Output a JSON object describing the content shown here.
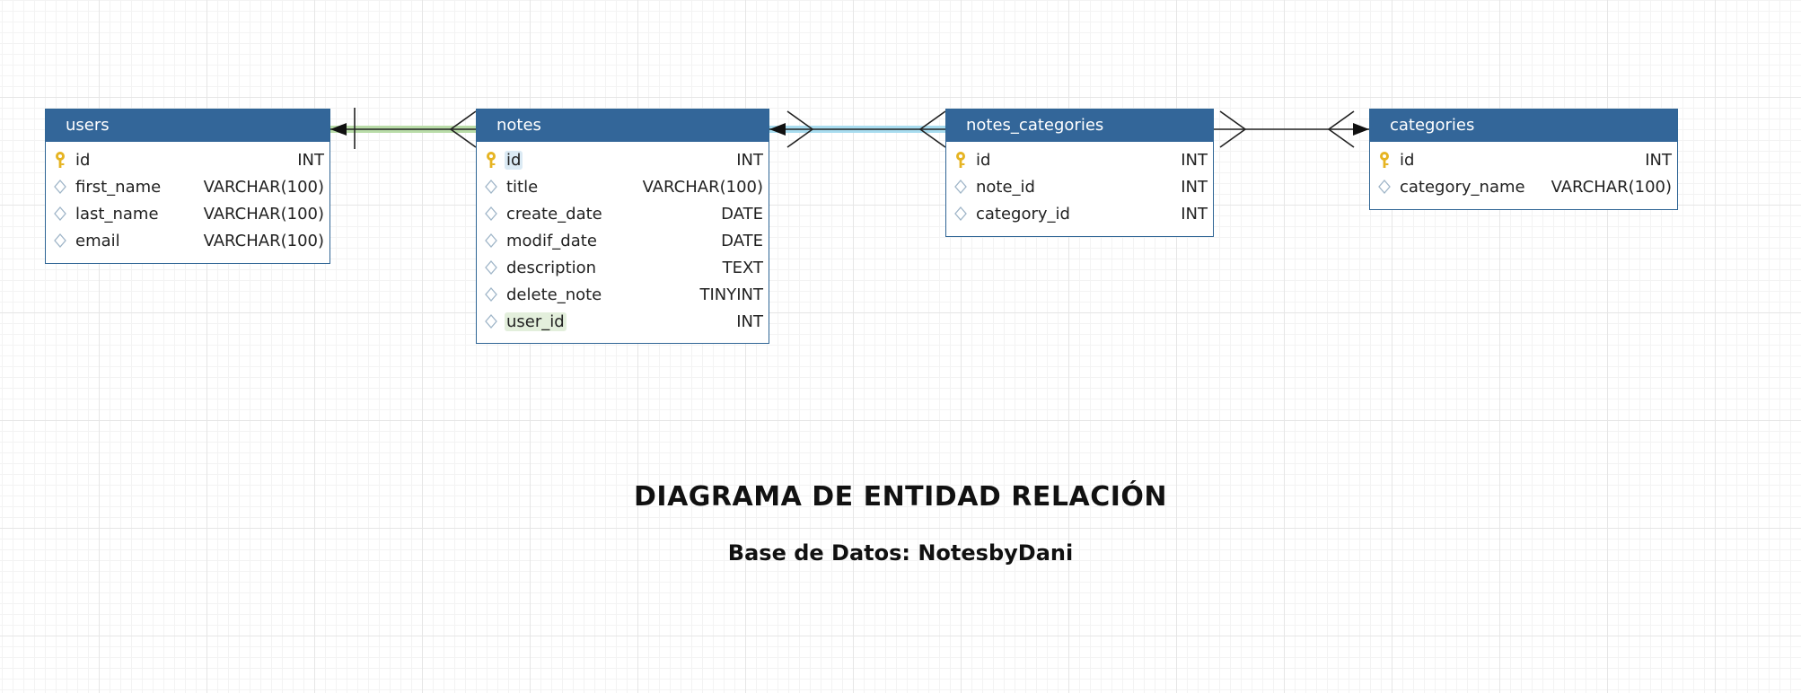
{
  "diagram": {
    "title": "DIAGRAMA DE ENTIDAD RELACIÓN",
    "subtitle": "Base de Datos: NotesbyDani"
  },
  "tables": {
    "users": {
      "name": "users",
      "columns": [
        {
          "name": "id",
          "type": "INT",
          "key": "primary"
        },
        {
          "name": "first_name",
          "type": "VARCHAR(100)",
          "key": "none"
        },
        {
          "name": "last_name",
          "type": "VARCHAR(100)",
          "key": "none"
        },
        {
          "name": "email",
          "type": "VARCHAR(100)",
          "key": "none"
        }
      ]
    },
    "notes": {
      "name": "notes",
      "columns": [
        {
          "name": "id",
          "type": "INT",
          "key": "primary"
        },
        {
          "name": "title",
          "type": "VARCHAR(100)",
          "key": "none"
        },
        {
          "name": "create_date",
          "type": "DATE",
          "key": "none"
        },
        {
          "name": "modif_date",
          "type": "DATE",
          "key": "none"
        },
        {
          "name": "description",
          "type": "TEXT",
          "key": "none"
        },
        {
          "name": "delete_note",
          "type": "TINYINT",
          "key": "none"
        },
        {
          "name": "user_id",
          "type": "INT",
          "key": "none"
        }
      ]
    },
    "notes_categories": {
      "name": "notes_categories",
      "columns": [
        {
          "name": "id",
          "type": "INT",
          "key": "primary"
        },
        {
          "name": "note_id",
          "type": "INT",
          "key": "none"
        },
        {
          "name": "category_id",
          "type": "INT",
          "key": "none"
        }
      ]
    },
    "categories": {
      "name": "categories",
      "columns": [
        {
          "name": "id",
          "type": "INT",
          "key": "primary"
        },
        {
          "name": "category_name",
          "type": "VARCHAR(100)",
          "key": "none"
        }
      ]
    }
  },
  "relationships": [
    {
      "from": "notes",
      "to": "users",
      "from_cardinality": "many",
      "to_cardinality": "one",
      "highlight": "green"
    },
    {
      "from": "notes_categories",
      "to": "notes",
      "from_cardinality": "many",
      "to_cardinality": "many",
      "highlight": "blue"
    },
    {
      "from": "notes_categories",
      "to": "categories",
      "from_cardinality": "many",
      "to_cardinality": "many",
      "highlight": "none"
    }
  ],
  "colors": {
    "header": "#336699",
    "border": "#2f6595",
    "primary_key": "#e6b422",
    "plain_column": "#9fb5c8",
    "connector": "#222222",
    "highlight_green": "#b9dca8",
    "highlight_blue": "#a8dcef"
  },
  "icons": {
    "primary_key": "key-icon",
    "plain_column": "diamond-icon"
  }
}
